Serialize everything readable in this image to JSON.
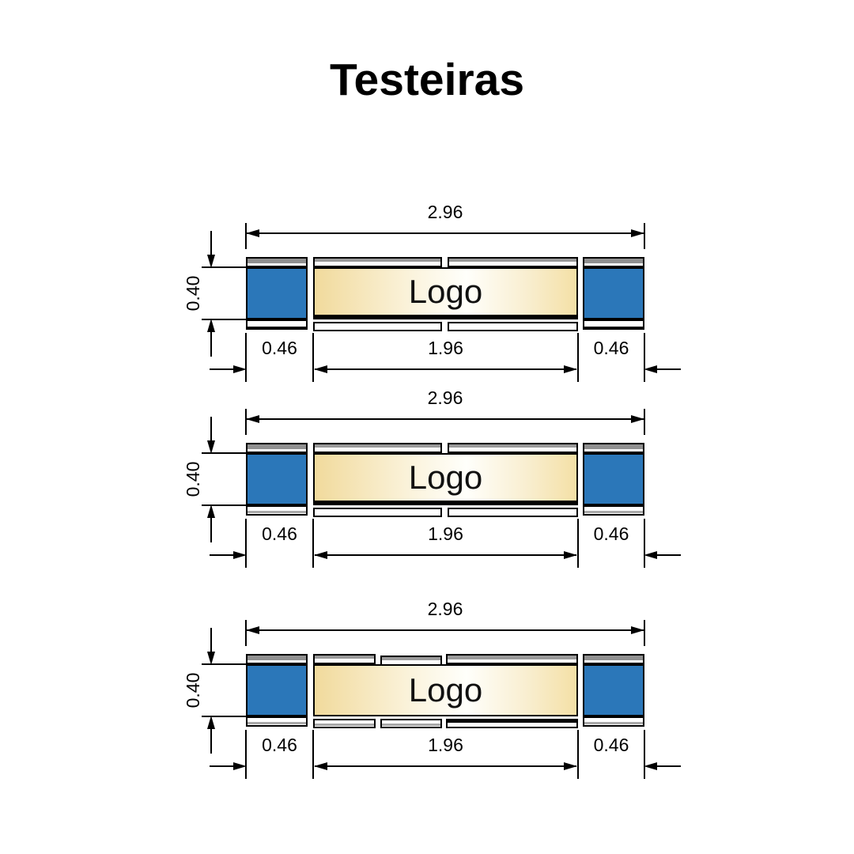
{
  "title": "Testeiras",
  "colors": {
    "end_cap_blue": "#2B77B9",
    "panel_cream_edge": "#F1DA9C",
    "panel_cream_center": "#FFFFFB",
    "rail_gray": "#9A9A9A",
    "line_black": "#000000"
  },
  "diagrams": [
    {
      "id": "testeira-1",
      "total_width": "2.96",
      "height": "0.40",
      "left_module": "0.46",
      "logo_panel": "1.96",
      "right_module": "0.46",
      "logo": "Logo",
      "rail_segments": 2
    },
    {
      "id": "testeira-2",
      "total_width": "2.96",
      "height": "0.40",
      "left_module": "0.46",
      "logo_panel": "1.96",
      "right_module": "0.46",
      "logo": "Logo",
      "rail_segments": 2
    },
    {
      "id": "testeira-3",
      "total_width": "2.96",
      "height": "0.40",
      "left_module": "0.46",
      "logo_panel": "1.96",
      "right_module": "0.46",
      "logo": "Logo",
      "rail_segments": 3
    }
  ]
}
